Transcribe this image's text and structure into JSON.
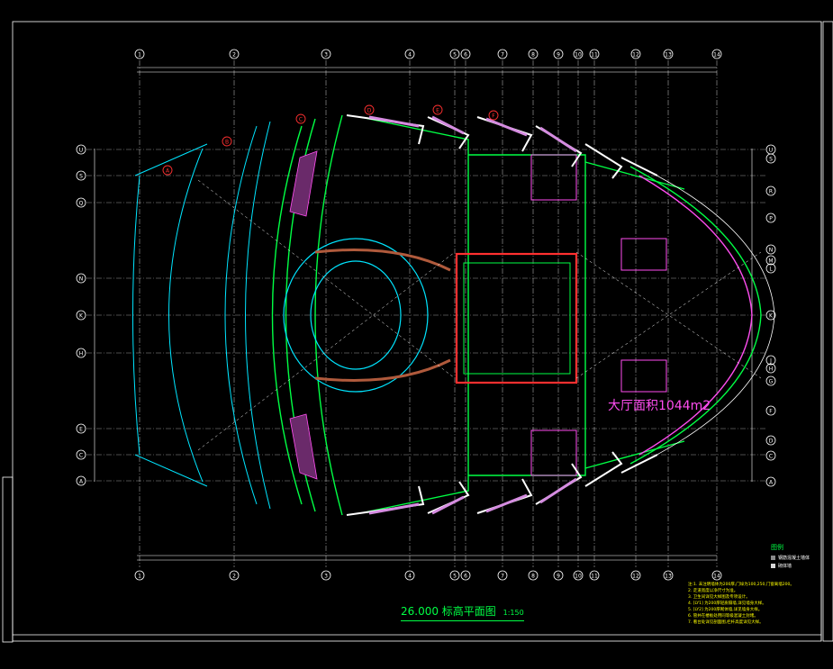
{
  "drawing": {
    "title": "26.000 标高平面图",
    "scale": "1:150",
    "area_label": "大厅面积1044m2"
  },
  "grid_columns": [
    "1",
    "2",
    "3",
    "4",
    "5",
    "6",
    "7",
    "8",
    "9",
    "10",
    "11",
    "12",
    "13",
    "14"
  ],
  "grid_rows_right": [
    "U",
    "S",
    "R",
    "P",
    "N",
    "M",
    "L",
    "K",
    "J",
    "H",
    "G",
    "F",
    "D",
    "C",
    "A"
  ],
  "grid_rows_left": [
    "U",
    "S",
    "Q",
    "N",
    "K",
    "H",
    "E",
    "C",
    "A"
  ],
  "radial_markers": [
    "A",
    "B",
    "C",
    "D",
    "E",
    "F"
  ],
  "legend": {
    "title": "图例",
    "items": [
      {
        "label": "钢筋混凝土墙体",
        "color": "#8a8a8a"
      },
      {
        "label": "砌体墙",
        "color": "#d8d8d8"
      }
    ]
  },
  "notes": [
    "注:1. 未注明墙体为200厚,门垛为100,250,门窗离墙200。",
    "2. 走道宽度以净尺寸为准。",
    "3. 卫生间详见大样图及专项设计。",
    "4. [LY1] 为200厚轻质隔墙,详见墙身大样。",
    "5. [LY2] 为200厚砌体墙,详见墙身大样。",
    "6. 管井在楼板处用同等级混凝土封堵。",
    "7. 看台处详见剖面图,栏杆高度详见大样。"
  ],
  "colors": {
    "background": "#000000",
    "grid": "#ffffff",
    "wall_green": "#00ff44",
    "wall_cyan": "#00e5ff",
    "stage_red": "#ff3030",
    "magenta": "#ff4df0",
    "yellow": "#ffff00",
    "brown": "#b05a3c"
  }
}
